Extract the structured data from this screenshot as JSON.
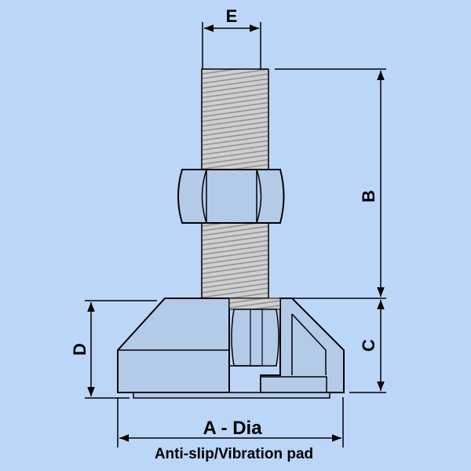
{
  "colors": {
    "background": "#bcd6f7",
    "body": "#b3cbe9",
    "thread": "#c8c8c8",
    "outline": "#000000"
  },
  "labels": {
    "E": "E",
    "B": "B",
    "C": "C",
    "D": "D",
    "A": "A - Dia",
    "pad": "Anti-slip/Vibration pad"
  }
}
